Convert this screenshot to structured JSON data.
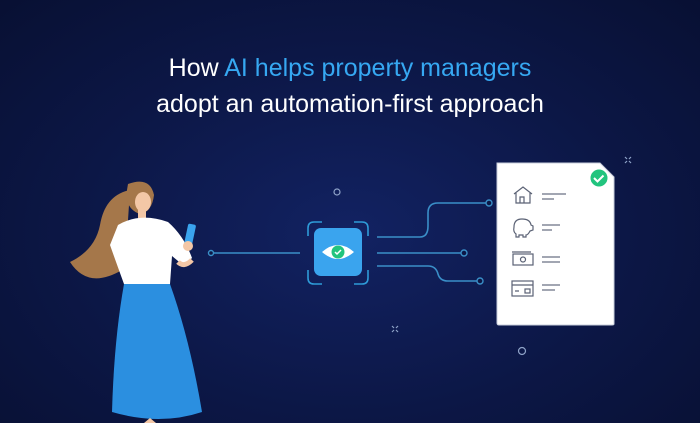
{
  "headline": {
    "prefix": "How ",
    "highlight": "AI helps property managers",
    "line2": "adopt an automation-first approach"
  },
  "colors": {
    "background": "#0c1746",
    "accent": "#36a8f2",
    "check": "#22c47e",
    "line": "#3a8fc8"
  },
  "icons": [
    "eye-scan-icon",
    "check-icon",
    "house-icon",
    "piggy-bank-icon",
    "cash-icon",
    "card-icon"
  ]
}
